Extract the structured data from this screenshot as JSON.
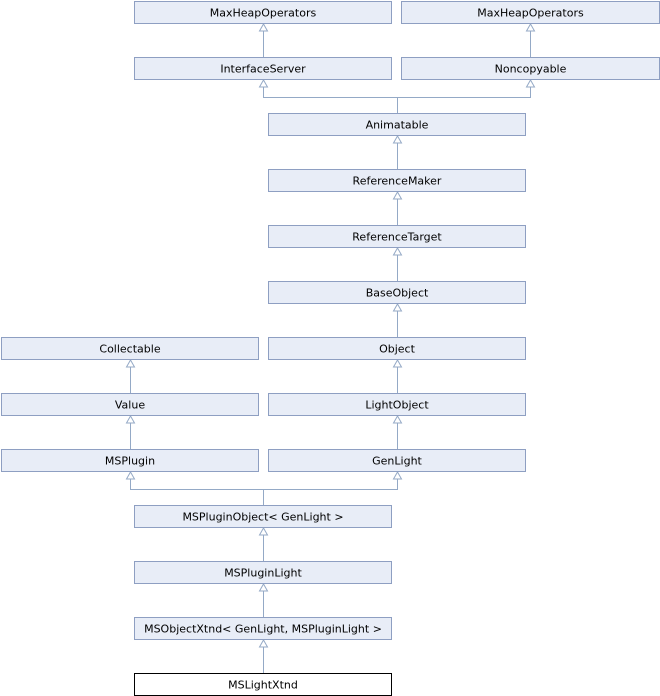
{
  "nodes": [
    {
      "id": "maxheap1",
      "label": "MaxHeapOperators"
    },
    {
      "id": "maxheap2",
      "label": "MaxHeapOperators"
    },
    {
      "id": "interfaceserver",
      "label": "InterfaceServer"
    },
    {
      "id": "noncopyable",
      "label": "Noncopyable"
    },
    {
      "id": "animatable",
      "label": "Animatable"
    },
    {
      "id": "referencemaker",
      "label": "ReferenceMaker"
    },
    {
      "id": "referencetarget",
      "label": "ReferenceTarget"
    },
    {
      "id": "baseobject",
      "label": "BaseObject"
    },
    {
      "id": "collectable",
      "label": "Collectable"
    },
    {
      "id": "object",
      "label": "Object"
    },
    {
      "id": "value",
      "label": "Value"
    },
    {
      "id": "lightobject",
      "label": "LightObject"
    },
    {
      "id": "msplugin",
      "label": "MSPlugin"
    },
    {
      "id": "genlight",
      "label": "GenLight"
    },
    {
      "id": "mspluginobject",
      "label": "MSPluginObject< GenLight >"
    },
    {
      "id": "msPluginlight",
      "label": "MSPluginLight"
    },
    {
      "id": "msobjectxtnd",
      "label": "MSObjectXtnd< GenLight, MSPluginLight >"
    },
    {
      "id": "mslightxtnd",
      "label": "MSLightXtnd",
      "current": true
    }
  ],
  "edges": [
    {
      "from": "interfaceserver",
      "to": "maxheap1"
    },
    {
      "from": "noncopyable",
      "to": "maxheap2"
    },
    {
      "from": "animatable",
      "to": "interfaceserver"
    },
    {
      "from": "animatable",
      "to": "noncopyable"
    },
    {
      "from": "referencemaker",
      "to": "animatable"
    },
    {
      "from": "referencetarget",
      "to": "referencemaker"
    },
    {
      "from": "baseobject",
      "to": "referencetarget"
    },
    {
      "from": "object",
      "to": "baseobject"
    },
    {
      "from": "value",
      "to": "collectable"
    },
    {
      "from": "lightobject",
      "to": "object"
    },
    {
      "from": "msplugin",
      "to": "value"
    },
    {
      "from": "genlight",
      "to": "lightobject"
    },
    {
      "from": "mspluginobject",
      "to": "msplugin"
    },
    {
      "from": "mspluginobject",
      "to": "genlight"
    },
    {
      "from": "msPluginlight",
      "to": "mspluginobject"
    },
    {
      "from": "msobjectxtnd",
      "to": "msPluginlight"
    },
    {
      "from": "mslightxtnd",
      "to": "msobjectxtnd"
    }
  ]
}
